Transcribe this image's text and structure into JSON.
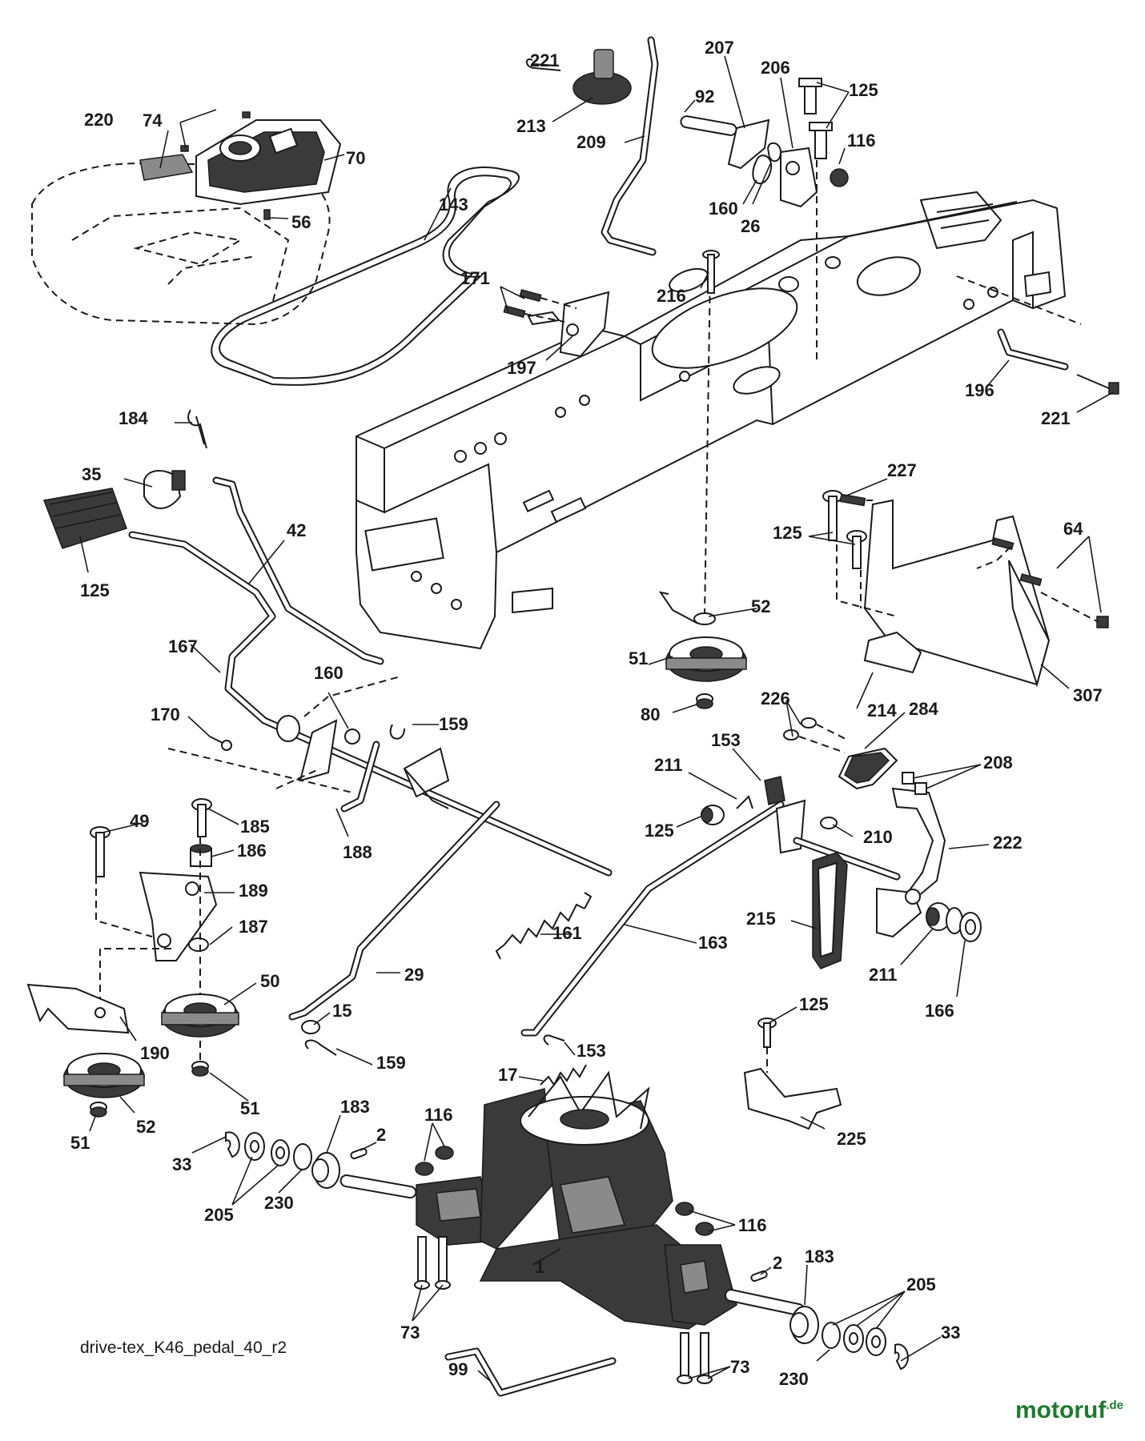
{
  "caption": "drive-tex_K46_pedal_40_r2",
  "watermark": {
    "text": "motoruf",
    "suffix": ".de",
    "color": "#1e7a2e"
  },
  "labels": [
    "221",
    "213",
    "209",
    "207",
    "92",
    "206",
    "125",
    "116",
    "160",
    "26",
    "220",
    "74",
    "70",
    "56",
    "143",
    "171",
    "216",
    "197",
    "196",
    "221",
    "184",
    "35",
    "42",
    "125",
    "227",
    "125",
    "64",
    "167",
    "160",
    "159",
    "170",
    "52",
    "51",
    "80",
    "307",
    "226",
    "214",
    "284",
    "208",
    "153",
    "211",
    "125",
    "210",
    "222",
    "49",
    "185",
    "188",
    "186",
    "189",
    "187",
    "161",
    "215",
    "163",
    "211",
    "166",
    "50",
    "29",
    "15",
    "190",
    "125",
    "51",
    "159",
    "153",
    "17",
    "225",
    "52",
    "183",
    "116",
    "2",
    "51",
    "33",
    "205",
    "230",
    "116",
    "2",
    "183",
    "205",
    "1",
    "73",
    "33",
    "99",
    "73",
    "230"
  ]
}
